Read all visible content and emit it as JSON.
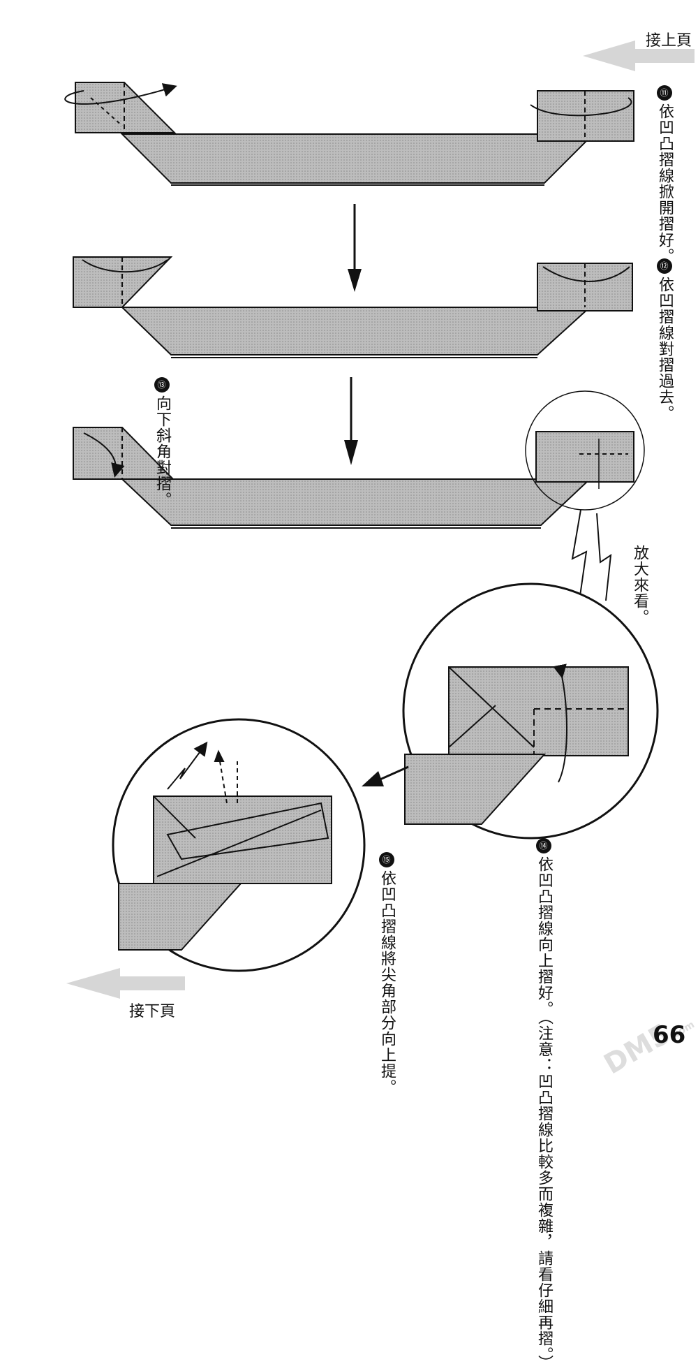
{
  "nav": {
    "prev_page": "接上頁",
    "next_page": "接下頁"
  },
  "steps": [
    {
      "num": "⑪",
      "lines": [
        "依凹凸摺線",
        "掀開摺好。"
      ]
    },
    {
      "num": "⑫",
      "lines": [
        "依凹摺線",
        "對摺過去。"
      ]
    },
    {
      "num": "⑬",
      "lines": [
        "向下斜角",
        "對摺。"
      ]
    },
    {
      "num": "⑭",
      "lines": [
        "依凹凸摺線",
        "向上摺好。",
        "（注意：凹凸摺線",
        "比較多而複雜，",
        "請看仔細再摺。）"
      ]
    },
    {
      "num": "⑮",
      "lines": [
        "依凹凸摺線",
        "將尖角部分向上提。"
      ]
    }
  ],
  "zoom_note": "放大來看。",
  "page_number": "66",
  "watermark": {
    "text": "DM5",
    "suffix": ".com"
  },
  "colors": {
    "paper_fill": "#bdbdbd",
    "ink": "#111111",
    "nav_arrow": "#cccccc"
  }
}
